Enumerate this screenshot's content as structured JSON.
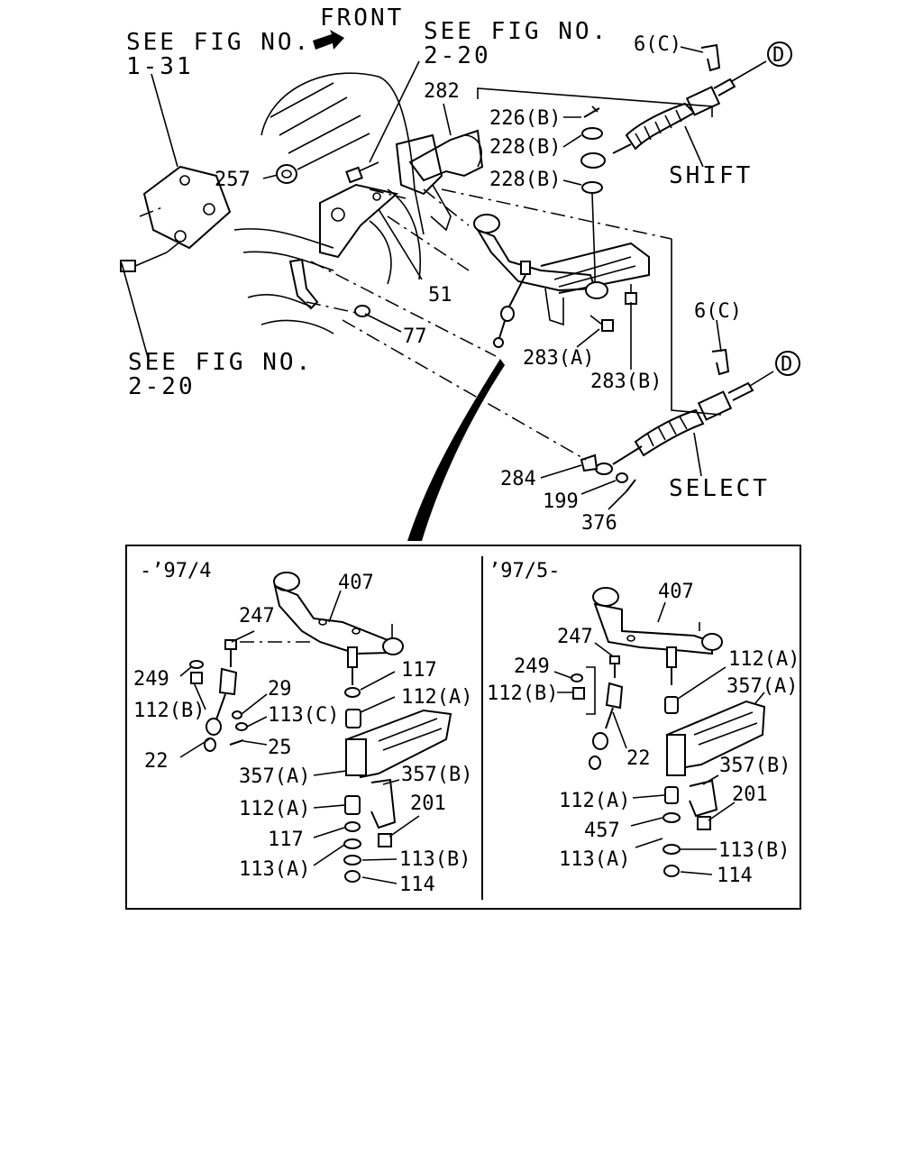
{
  "headers": {
    "front": "FRONT",
    "see_fig_1_31_a": "SEE FIG NO.",
    "see_fig_1_31_b": "1-31",
    "see_fig_2_20_top_a": "SEE FIG NO.",
    "see_fig_2_20_top_b": "2-20",
    "see_fig_2_20_left_a": "SEE FIG NO.",
    "see_fig_2_20_left_b": "2-20",
    "shift": "SHIFT",
    "select": "SELECT",
    "marker_d": "D"
  },
  "top_labels": {
    "p6c_top": "6(C)",
    "p282": "282",
    "p226b": "226(B)",
    "p228b_1": "228(B)",
    "p228b_2": "228(B)",
    "p257": "257",
    "p51": "51",
    "p77": "77",
    "p283a": "283(A)",
    "p283b": "283(B)",
    "p6c_mid": "6(C)",
    "p284": "284",
    "p199": "199",
    "p376": "376"
  },
  "inset_left": {
    "title": "-’97/4",
    "p407": "407",
    "p247": "247",
    "p249": "249",
    "p112b": "112(B)",
    "p29": "29",
    "p113c": "113(C)",
    "p25": "25",
    "p22": "22",
    "p117_1": "117",
    "p112a_1": "112(A)",
    "p357a": "357(A)",
    "p357b": "357(B)",
    "p112a_2": "112(A)",
    "p201": "201",
    "p117_2": "117",
    "p113a": "113(A)",
    "p113b": "113(B)",
    "p114": "114"
  },
  "inset_right": {
    "title": "’97/5-",
    "p407": "407",
    "p247": "247",
    "p112a_1": "112(A)",
    "p249": "249",
    "p357a": "357(A)",
    "p112b": "112(B)",
    "p22": "22",
    "p357b": "357(B)",
    "p112a_2": "112(A)",
    "p201": "201",
    "p457": "457",
    "p113b": "113(B)",
    "p113a": "113(A)",
    "p114": "114"
  }
}
